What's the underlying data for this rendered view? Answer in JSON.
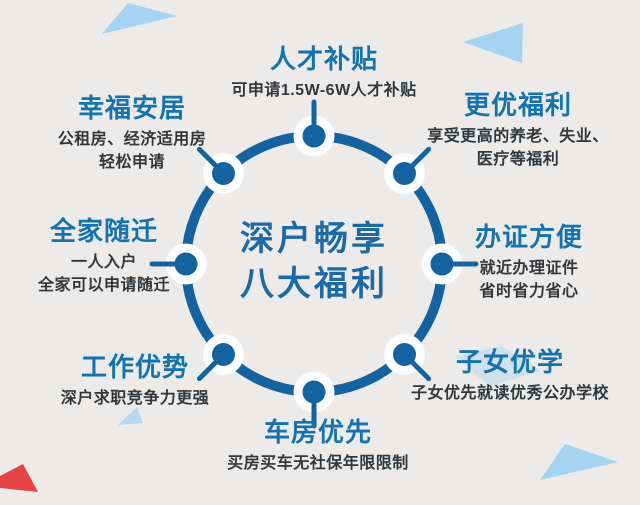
{
  "center": {
    "line1": "深户畅享",
    "line2": "八大福利"
  },
  "benefits": [
    {
      "id": "talent-subsidy",
      "position": "top",
      "title": "人才补贴",
      "lines": [
        "可申请1.5W-6W人才补贴"
      ]
    },
    {
      "id": "better-welfare",
      "position": "top-right",
      "title": "更优福利",
      "lines": [
        "享受更高的养老、失业、",
        "医疗等福利"
      ]
    },
    {
      "id": "easy-certificates",
      "position": "right",
      "title": "办证方便",
      "lines": [
        "就近办理证件",
        "省时省力省心"
      ]
    },
    {
      "id": "children-education",
      "position": "bottom-right",
      "title": "子女优学",
      "lines": [
        "子女优先就读优秀公办学校"
      ]
    },
    {
      "id": "car-house-priority",
      "position": "bottom",
      "title": "车房优先",
      "lines": [
        "买房买车无社保年限限制"
      ]
    },
    {
      "id": "job-advantage",
      "position": "bottom-left",
      "title": "工作优势",
      "lines": [
        "深户求职竞争力更强"
      ]
    },
    {
      "id": "family-relocation",
      "position": "left",
      "title": "全家随迁",
      "lines": [
        "一人入户",
        "全家可以申请随迁"
      ]
    },
    {
      "id": "happy-housing",
      "position": "top-left",
      "title": "幸福安居",
      "lines": [
        "公租房、经济适用房",
        "轻松申请"
      ]
    }
  ],
  "colors": {
    "ring_blue": "#15639e",
    "heading_blue": "#1472ad",
    "center_title_blue": "#1d69a6",
    "subtitle_dark": "#32373c",
    "background": "#ecebe9",
    "triangle_light_blue": "#a6d3f0",
    "triangle_red": "#e54444",
    "node_halo_white": "#fbfcfd"
  }
}
